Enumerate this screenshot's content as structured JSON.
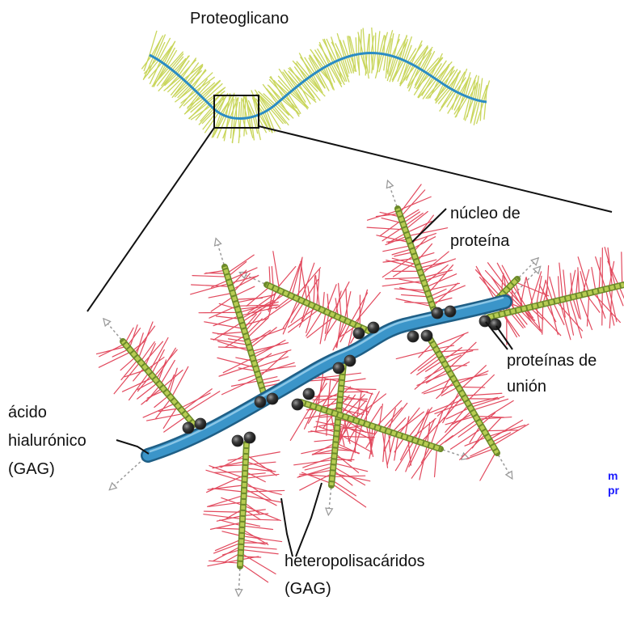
{
  "labels": {
    "title": "Proteoglicano",
    "core_protein": [
      "núcleo de",
      "proteína"
    ],
    "link_proteins": [
      "proteínas de",
      "unión"
    ],
    "hyaluronic": [
      "ácido",
      "hialurónico",
      "(GAG)"
    ],
    "heteropoly": [
      "heteropolisacáridos",
      "(GAG)"
    ],
    "cut_text": [
      "m",
      "pr"
    ]
  },
  "colors": {
    "small_bristle": "#c9d65c",
    "small_axis": "#2b8cc4",
    "stalk": "#b7cc52",
    "stalk_edge": "#6c8a2a",
    "bristle": "#e24a5e",
    "tube": "#3b95c9",
    "tube_edge": "#1f5f86",
    "sphere": "#2e2e2e",
    "dashed_arrow": "#9a9a9a",
    "cut_text": "#1a1aff"
  }
}
